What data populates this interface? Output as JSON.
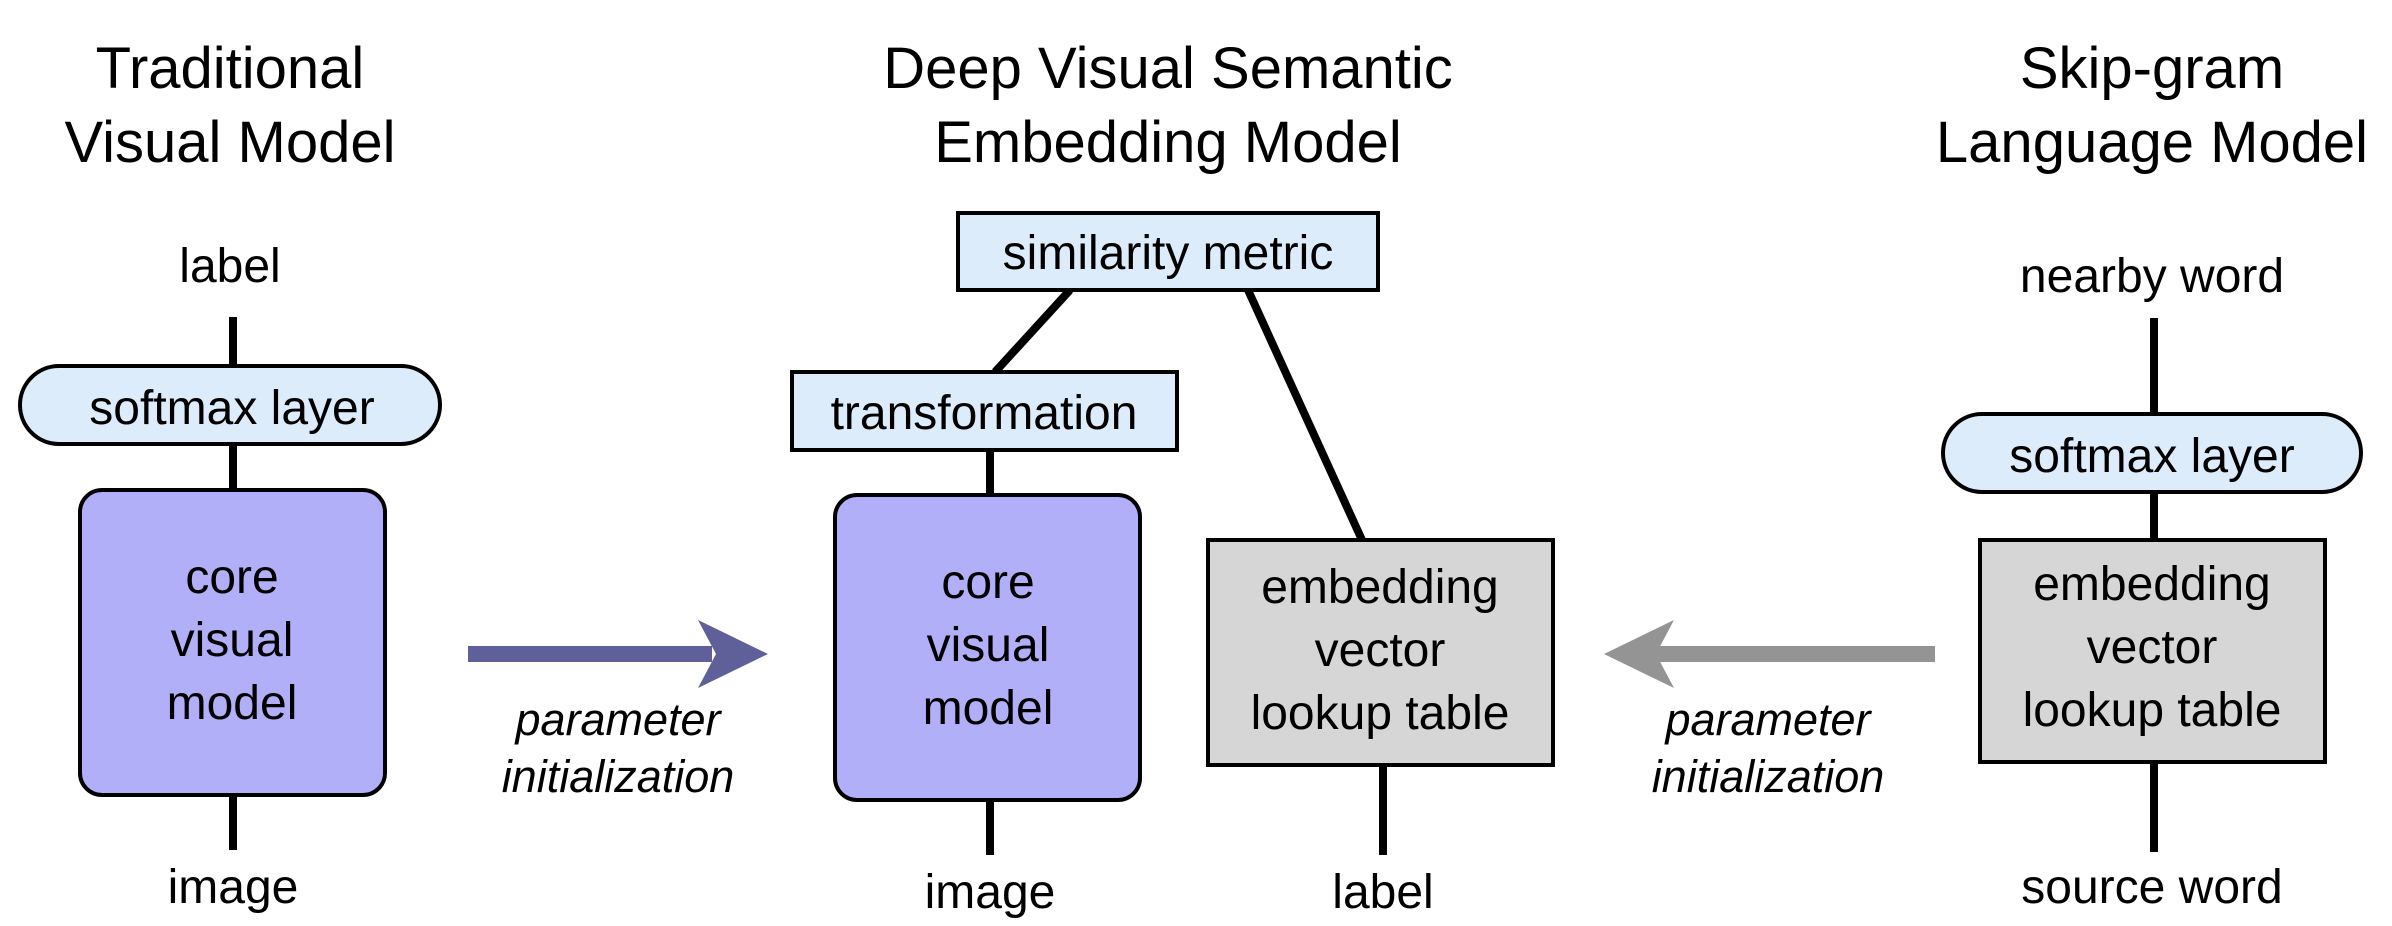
{
  "colors": {
    "light_blue_box": "#dcecfb",
    "core_purple": "#b1aff7",
    "lookup_gray": "#d6d6d6",
    "arrow_left_model": "#5f5f99",
    "arrow_right_model": "#949494",
    "stroke": "#000000"
  },
  "left_model": {
    "title_line1": "Traditional",
    "title_line2": "Visual Model",
    "top_label": "label",
    "softmax": "softmax layer",
    "core_line1": "core",
    "core_line2": "visual",
    "core_line3": "model",
    "bottom_label": "image"
  },
  "arrow_left": {
    "line1": "parameter",
    "line2": "initialization"
  },
  "center_model": {
    "title_line1": "Deep Visual Semantic",
    "title_line2": "Embedding Model",
    "similarity": "similarity metric",
    "transformation": "transformation",
    "core_line1": "core",
    "core_line2": "visual",
    "core_line3": "model",
    "lookup_line1": "embedding",
    "lookup_line2": "vector",
    "lookup_line3": "lookup table",
    "bottom_image": "image",
    "bottom_label": "label"
  },
  "arrow_right": {
    "line1": "parameter",
    "line2": "initialization"
  },
  "right_model": {
    "title_line1": "Skip-gram",
    "title_line2": "Language Model",
    "top_label": "nearby word",
    "softmax": "softmax layer",
    "lookup_line1": "embedding",
    "lookup_line2": "vector",
    "lookup_line3": "lookup table",
    "bottom_label": "source word"
  }
}
